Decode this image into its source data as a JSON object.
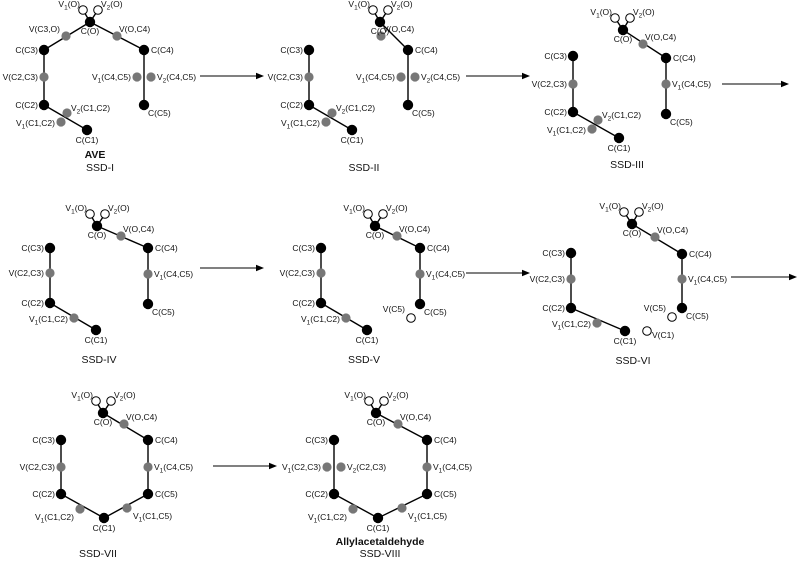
{
  "arrows": [
    "arrow-1",
    "arrow-2",
    "arrow-3",
    "arrow-4",
    "arrow-5",
    "arrow-6",
    "arrow-7"
  ],
  "panels": [
    {
      "id": "ssd-1",
      "title": "SSD-I",
      "subtitle": "AVE",
      "atoms": [
        {
          "key": "O",
          "label": "C(O)"
        },
        {
          "key": "C3",
          "label": "C(C3)"
        },
        {
          "key": "C2",
          "label": "C(C2)"
        },
        {
          "key": "C1",
          "label": "C(C1)"
        },
        {
          "key": "C4",
          "label": "C(C4)"
        },
        {
          "key": "C5",
          "label": "C(C5)"
        }
      ],
      "vpoints": [
        {
          "key": "V1O",
          "label": "V1(O)",
          "kind": "lone"
        },
        {
          "key": "V2O",
          "label": "V2(O)",
          "kind": "lone"
        },
        {
          "key": "VC3O",
          "label": "V(C3,O)",
          "kind": "bond"
        },
        {
          "key": "VOC4",
          "label": "V(O,C4)",
          "kind": "bond"
        },
        {
          "key": "VC2C3",
          "label": "V(C2,C3)",
          "kind": "bond"
        },
        {
          "key": "V1C4C5",
          "label": "V1(C4,C5)",
          "kind": "bond"
        },
        {
          "key": "V2C4C5",
          "label": "V2(C4,C5)",
          "kind": "bond"
        },
        {
          "key": "V1C1C2",
          "label": "V1(C1,C2)",
          "kind": "bond"
        },
        {
          "key": "V2C1C2",
          "label": "V2(C1,C2)",
          "kind": "bond"
        }
      ]
    },
    {
      "id": "ssd-2",
      "title": "SSD-II",
      "atoms": [
        {
          "key": "O",
          "label": "C(O)"
        },
        {
          "key": "C3",
          "label": "C(C3)"
        },
        {
          "key": "C2",
          "label": "C(C2)"
        },
        {
          "key": "C1",
          "label": "C(C1)"
        },
        {
          "key": "C4",
          "label": "C(C4)"
        },
        {
          "key": "C5",
          "label": "C(C5)"
        }
      ],
      "vpoints": [
        {
          "key": "V1O",
          "label": "V1(O)",
          "kind": "lone"
        },
        {
          "key": "V2O",
          "label": "V2(O)",
          "kind": "lone"
        },
        {
          "key": "VOC4",
          "label": "V(O,C4)",
          "kind": "bond"
        },
        {
          "key": "VC2C3",
          "label": "V(C2,C3)",
          "kind": "bond"
        },
        {
          "key": "V1C4C5",
          "label": "V1(C4,C5)",
          "kind": "bond"
        },
        {
          "key": "V2C4C5",
          "label": "V2(C4,C5)",
          "kind": "bond"
        },
        {
          "key": "V1C1C2",
          "label": "V1(C1,C2)",
          "kind": "bond"
        },
        {
          "key": "V2C1C2",
          "label": "V2(C1,C2)",
          "kind": "bond"
        }
      ]
    },
    {
      "id": "ssd-3",
      "title": "SSD-III",
      "atoms": [
        {
          "key": "O",
          "label": "C(O)"
        },
        {
          "key": "C3",
          "label": "C(C3)"
        },
        {
          "key": "C2",
          "label": "C(C2)"
        },
        {
          "key": "C1",
          "label": "C(C1)"
        },
        {
          "key": "C4",
          "label": "C(C4)"
        },
        {
          "key": "C5",
          "label": "C(C5)"
        }
      ],
      "vpoints": [
        {
          "key": "V1O",
          "label": "V1(O)",
          "kind": "lone"
        },
        {
          "key": "V2O",
          "label": "V2(O)",
          "kind": "lone"
        },
        {
          "key": "VOC4",
          "label": "V(O,C4)",
          "kind": "bond"
        },
        {
          "key": "VC2C3",
          "label": "V(C2,C3)",
          "kind": "bond"
        },
        {
          "key": "V1C4C5",
          "label": "V1(C4,C5)",
          "kind": "bond"
        },
        {
          "key": "V1C1C2",
          "label": "V1(C1,C2)",
          "kind": "bond"
        },
        {
          "key": "V2C1C2",
          "label": "V2(C1,C2)",
          "kind": "bond"
        }
      ]
    },
    {
      "id": "ssd-4",
      "title": "SSD-IV",
      "atoms": [
        {
          "key": "O",
          "label": "C(O)"
        },
        {
          "key": "C3",
          "label": "C(C3)"
        },
        {
          "key": "C2",
          "label": "C(C2)"
        },
        {
          "key": "C1",
          "label": "C(C1)"
        },
        {
          "key": "C4",
          "label": "C(C4)"
        },
        {
          "key": "C5",
          "label": "C(C5)"
        }
      ],
      "vpoints": [
        {
          "key": "V1O",
          "label": "V1(O)",
          "kind": "lone"
        },
        {
          "key": "V2O",
          "label": "V2(O)",
          "kind": "lone"
        },
        {
          "key": "VOC4",
          "label": "V(O,C4)",
          "kind": "bond"
        },
        {
          "key": "VC2C3",
          "label": "V(C2,C3)",
          "kind": "bond"
        },
        {
          "key": "V1C4C5",
          "label": "V1(C4,C5)",
          "kind": "bond"
        },
        {
          "key": "V1C1C2",
          "label": "V1(C1,C2)",
          "kind": "bond"
        }
      ]
    },
    {
      "id": "ssd-5",
      "title": "SSD-V",
      "atoms": [
        {
          "key": "O",
          "label": "C(O)"
        },
        {
          "key": "C3",
          "label": "C(C3)"
        },
        {
          "key": "C2",
          "label": "C(C2)"
        },
        {
          "key": "C1",
          "label": "C(C1)"
        },
        {
          "key": "C4",
          "label": "C(C4)"
        },
        {
          "key": "C5",
          "label": "C(C5)"
        }
      ],
      "vpoints": [
        {
          "key": "V1O",
          "label": "V1(O)",
          "kind": "lone"
        },
        {
          "key": "V2O",
          "label": "V2(O)",
          "kind": "lone"
        },
        {
          "key": "VOC4",
          "label": "V(O,C4)",
          "kind": "bond"
        },
        {
          "key": "VC2C3",
          "label": "V(C2,C3)",
          "kind": "bond"
        },
        {
          "key": "V1C4C5",
          "label": "V1(C4,C5)",
          "kind": "bond"
        },
        {
          "key": "V1C1C2",
          "label": "V1(C1,C2)",
          "kind": "bond"
        },
        {
          "key": "VC5",
          "label": "V(C5)",
          "kind": "lone"
        }
      ]
    },
    {
      "id": "ssd-6",
      "title": "SSD-VI",
      "atoms": [
        {
          "key": "O",
          "label": "C(O)"
        },
        {
          "key": "C3",
          "label": "C(C3)"
        },
        {
          "key": "C2",
          "label": "C(C2)"
        },
        {
          "key": "C1",
          "label": "C(C1)"
        },
        {
          "key": "C4",
          "label": "C(C4)"
        },
        {
          "key": "C5",
          "label": "C(C5)"
        }
      ],
      "vpoints": [
        {
          "key": "V1O",
          "label": "V1(O)",
          "kind": "lone"
        },
        {
          "key": "V2O",
          "label": "V2(O)",
          "kind": "lone"
        },
        {
          "key": "VOC4",
          "label": "V(O,C4)",
          "kind": "bond"
        },
        {
          "key": "VC2C3",
          "label": "V(C2,C3)",
          "kind": "bond"
        },
        {
          "key": "V1C4C5",
          "label": "V1(C4,C5)",
          "kind": "bond"
        },
        {
          "key": "V1C1C2",
          "label": "V1(C1,C2)",
          "kind": "bond"
        },
        {
          "key": "VC5",
          "label": "V(C5)",
          "kind": "lone"
        },
        {
          "key": "VC1",
          "label": "V(C1)",
          "kind": "lone"
        }
      ]
    },
    {
      "id": "ssd-7",
      "title": "SSD-VII",
      "atoms": [
        {
          "key": "O",
          "label": "C(O)"
        },
        {
          "key": "C3",
          "label": "C(C3)"
        },
        {
          "key": "C2",
          "label": "C(C2)"
        },
        {
          "key": "C1",
          "label": "C(C1)"
        },
        {
          "key": "C4",
          "label": "C(C4)"
        },
        {
          "key": "C5",
          "label": "C(C5)"
        }
      ],
      "vpoints": [
        {
          "key": "V1O",
          "label": "V1(O)",
          "kind": "lone"
        },
        {
          "key": "V2O",
          "label": "V2(O)",
          "kind": "lone"
        },
        {
          "key": "VOC4",
          "label": "V(O,C4)",
          "kind": "bond"
        },
        {
          "key": "VC2C3",
          "label": "V(C2,C3)",
          "kind": "bond"
        },
        {
          "key": "V1C4C5",
          "label": "V1(C4,C5)",
          "kind": "bond"
        },
        {
          "key": "V1C1C2",
          "label": "V1(C1,C2)",
          "kind": "bond"
        },
        {
          "key": "V1C1C5",
          "label": "V1(C1,C5)",
          "kind": "bond"
        }
      ]
    },
    {
      "id": "ssd-8",
      "title": "SSD-VIII",
      "subtitle": "Allylacetaldehyde",
      "atoms": [
        {
          "key": "O",
          "label": "C(O)"
        },
        {
          "key": "C3",
          "label": "C(C3)"
        },
        {
          "key": "C2",
          "label": "C(C2)"
        },
        {
          "key": "C1",
          "label": "C(C1)"
        },
        {
          "key": "C4",
          "label": "C(C4)"
        },
        {
          "key": "C5",
          "label": "C(C5)"
        }
      ],
      "vpoints": [
        {
          "key": "V1O",
          "label": "V1(O)",
          "kind": "lone"
        },
        {
          "key": "V2O",
          "label": "V2(O)",
          "kind": "lone"
        },
        {
          "key": "VOC4",
          "label": "V(O,C4)",
          "kind": "bond"
        },
        {
          "key": "V1C2C3",
          "label": "V1(C2,C3)",
          "kind": "bond"
        },
        {
          "key": "V2C2C3",
          "label": "V2(C2,C3)",
          "kind": "bond"
        },
        {
          "key": "V1C4C5",
          "label": "V1(C4,C5)",
          "kind": "bond"
        },
        {
          "key": "V1C1C2",
          "label": "V1(C1,C2)",
          "kind": "bond"
        },
        {
          "key": "V1C1C5",
          "label": "V1(C1,C5)",
          "kind": "bond"
        }
      ]
    }
  ]
}
